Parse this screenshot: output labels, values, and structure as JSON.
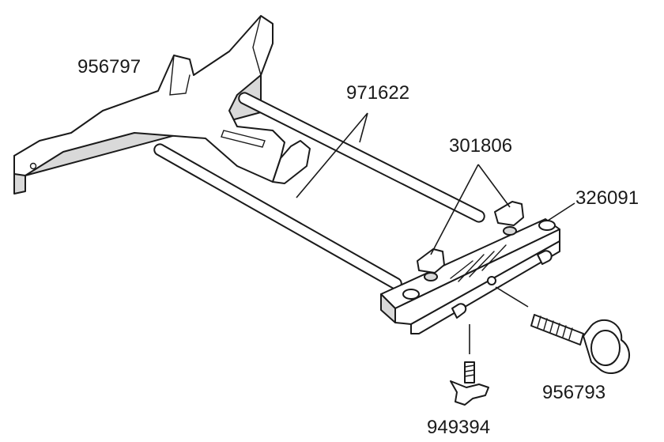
{
  "callouts": {
    "bracket": "956797",
    "rods": "971622",
    "clamps": "301806",
    "block": "326091",
    "knob_screw": "956793",
    "wing_screw": "949394"
  }
}
